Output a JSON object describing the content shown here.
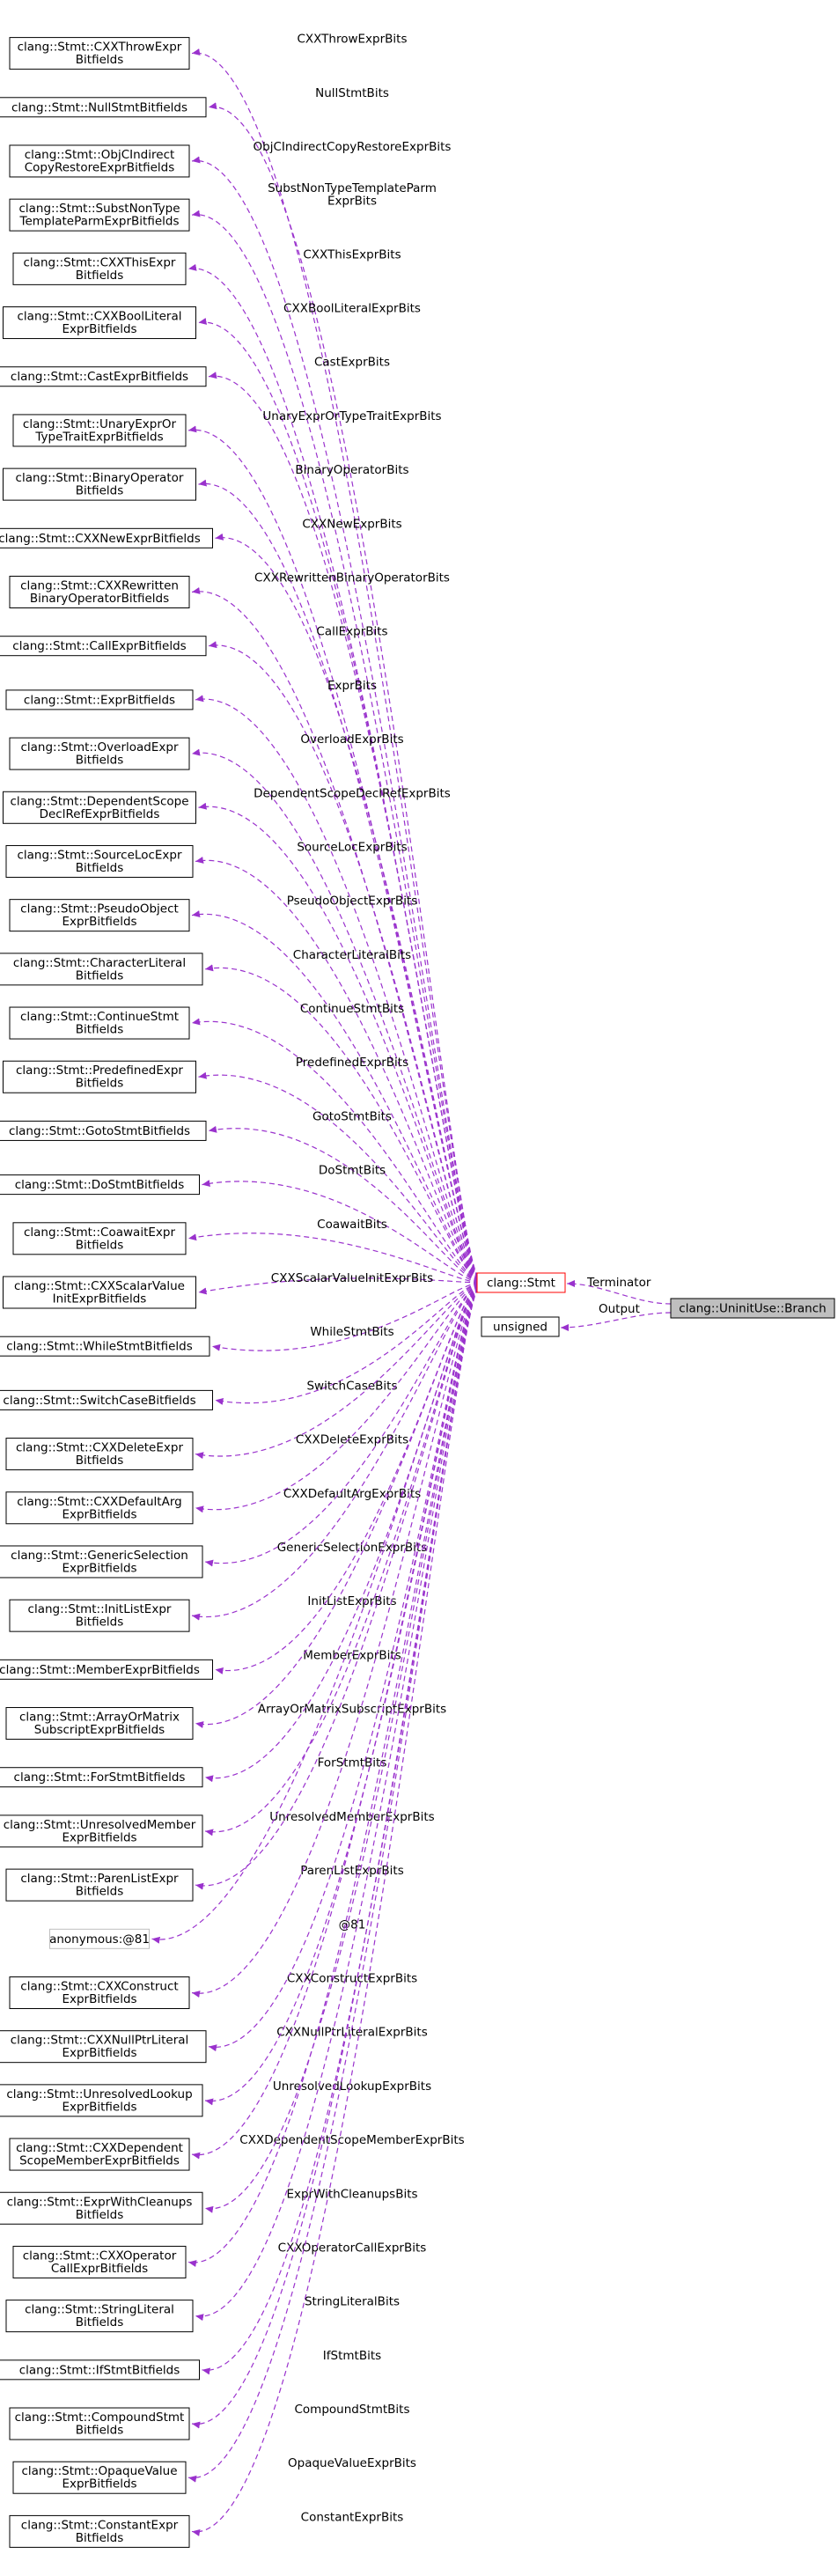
{
  "diagram": {
    "main_node": {
      "label": "clang::UninitUse::Branch"
    },
    "stmt_node": {
      "label": "clang::Stmt"
    },
    "unsigned_node": {
      "label": "unsigned"
    },
    "stmt_edge_label": "Terminator",
    "unsigned_edge_label": "Output",
    "bitfields": [
      {
        "lines": [
          "clang::Stmt::CXXThrowExpr",
          "Bitfields"
        ],
        "edge": "CXXThrowExprBits"
      },
      {
        "lines": [
          "clang::Stmt::NullStmtBitfields"
        ],
        "edge": "NullStmtBits"
      },
      {
        "lines": [
          "clang::Stmt::ObjCIndirect",
          "CopyRestoreExprBitfields"
        ],
        "edge": "ObjCIndirectCopyRestoreExprBits"
      },
      {
        "lines": [
          "clang::Stmt::SubstNonType",
          "TemplateParmExprBitfields"
        ],
        "edge": "SubstNonTypeTemplateParm\nExprBits"
      },
      {
        "lines": [
          "clang::Stmt::CXXThisExpr",
          "Bitfields"
        ],
        "edge": "CXXThisExprBits"
      },
      {
        "lines": [
          "clang::Stmt::CXXBoolLiteral",
          "ExprBitfields"
        ],
        "edge": "CXXBoolLiteralExprBits"
      },
      {
        "lines": [
          "clang::Stmt::CastExprBitfields"
        ],
        "edge": "CastExprBits"
      },
      {
        "lines": [
          "clang::Stmt::UnaryExprOr",
          "TypeTraitExprBitfields"
        ],
        "edge": "UnaryExprOrTypeTraitExprBits"
      },
      {
        "lines": [
          "clang::Stmt::BinaryOperator",
          "Bitfields"
        ],
        "edge": "BinaryOperatorBits"
      },
      {
        "lines": [
          "clang::Stmt::CXXNewExprBitfields"
        ],
        "edge": "CXXNewExprBits"
      },
      {
        "lines": [
          "clang::Stmt::CXXRewritten",
          "BinaryOperatorBitfields"
        ],
        "edge": "CXXRewrittenBinaryOperatorBits"
      },
      {
        "lines": [
          "clang::Stmt::CallExprBitfields"
        ],
        "edge": "CallExprBits"
      },
      {
        "lines": [
          "clang::Stmt::ExprBitfields"
        ],
        "edge": "ExprBits"
      },
      {
        "lines": [
          "clang::Stmt::OverloadExpr",
          "Bitfields"
        ],
        "edge": "OverloadExprBits"
      },
      {
        "lines": [
          "clang::Stmt::DependentScope",
          "DeclRefExprBitfields"
        ],
        "edge": "DependentScopeDeclRefExprBits"
      },
      {
        "lines": [
          "clang::Stmt::SourceLocExpr",
          "Bitfields"
        ],
        "edge": "SourceLocExprBits"
      },
      {
        "lines": [
          "clang::Stmt::PseudoObject",
          "ExprBitfields"
        ],
        "edge": "PseudoObjectExprBits"
      },
      {
        "lines": [
          "clang::Stmt::CharacterLiteral",
          "Bitfields"
        ],
        "edge": "CharacterLiteralBits"
      },
      {
        "lines": [
          "clang::Stmt::ContinueStmt",
          "Bitfields"
        ],
        "edge": "ContinueStmtBits"
      },
      {
        "lines": [
          "clang::Stmt::PredefinedExpr",
          "Bitfields"
        ],
        "edge": "PredefinedExprBits"
      },
      {
        "lines": [
          "clang::Stmt::GotoStmtBitfields"
        ],
        "edge": "GotoStmtBits"
      },
      {
        "lines": [
          "clang::Stmt::DoStmtBitfields"
        ],
        "edge": "DoStmtBits"
      },
      {
        "lines": [
          "clang::Stmt::CoawaitExpr",
          "Bitfields"
        ],
        "edge": "CoawaitBits"
      },
      {
        "lines": [
          "clang::Stmt::CXXScalarValue",
          "InitExprBitfields"
        ],
        "edge": "CXXScalarValueInitExprBits"
      },
      {
        "lines": [
          "clang::Stmt::WhileStmtBitfields"
        ],
        "edge": "WhileStmtBits"
      },
      {
        "lines": [
          "clang::Stmt::SwitchCaseBitfields"
        ],
        "edge": "SwitchCaseBits"
      },
      {
        "lines": [
          "clang::Stmt::CXXDeleteExpr",
          "Bitfields"
        ],
        "edge": "CXXDeleteExprBits"
      },
      {
        "lines": [
          "clang::Stmt::CXXDefaultArg",
          "ExprBitfields"
        ],
        "edge": "CXXDefaultArgExprBits"
      },
      {
        "lines": [
          "clang::Stmt::GenericSelection",
          "ExprBitfields"
        ],
        "edge": "GenericSelectionExprBits"
      },
      {
        "lines": [
          "clang::Stmt::InitListExpr",
          "Bitfields"
        ],
        "edge": "InitListExprBits"
      },
      {
        "lines": [
          "clang::Stmt::MemberExprBitfields"
        ],
        "edge": "MemberExprBits"
      },
      {
        "lines": [
          "clang::Stmt::ArrayOrMatrix",
          "SubscriptExprBitfields"
        ],
        "edge": "ArrayOrMatrixSubscriptExprBits"
      },
      {
        "lines": [
          "clang::Stmt::ForStmtBitfields"
        ],
        "edge": "ForStmtBits"
      },
      {
        "lines": [
          "clang::Stmt::UnresolvedMember",
          "ExprBitfields"
        ],
        "edge": "UnresolvedMemberExprBits"
      },
      {
        "lines": [
          "clang::Stmt::ParenListExpr",
          "Bitfields"
        ],
        "edge": "ParenListExprBits"
      },
      {
        "lines": [
          "anonymous:@81"
        ],
        "edge": "@81",
        "muted": true
      },
      {
        "lines": [
          "clang::Stmt::CXXConstruct",
          "ExprBitfields"
        ],
        "edge": "CXXConstructExprBits"
      },
      {
        "lines": [
          "clang::Stmt::CXXNullPtrLiteral",
          "ExprBitfields"
        ],
        "edge": "CXXNullPtrLiteralExprBits"
      },
      {
        "lines": [
          "clang::Stmt::UnresolvedLookup",
          "ExprBitfields"
        ],
        "edge": "UnresolvedLookupExprBits"
      },
      {
        "lines": [
          "clang::Stmt::CXXDependent",
          "ScopeMemberExprBitfields"
        ],
        "edge": "CXXDependentScopeMemberExprBits"
      },
      {
        "lines": [
          "clang::Stmt::ExprWithCleanups",
          "Bitfields"
        ],
        "edge": "ExprWithCleanupsBits"
      },
      {
        "lines": [
          "clang::Stmt::CXXOperator",
          "CallExprBitfields"
        ],
        "edge": "CXXOperatorCallExprBits"
      },
      {
        "lines": [
          "clang::Stmt::StringLiteral",
          "Bitfields"
        ],
        "edge": "StringLiteralBits"
      },
      {
        "lines": [
          "clang::Stmt::IfStmtBitfields"
        ],
        "edge": "IfStmtBits"
      },
      {
        "lines": [
          "clang::Stmt::CompoundStmt",
          "Bitfields"
        ],
        "edge": "CompoundStmtBits"
      },
      {
        "lines": [
          "clang::Stmt::OpaqueValue",
          "ExprBitfields"
        ],
        "edge": "OpaqueValueExprBits"
      },
      {
        "lines": [
          "clang::Stmt::ConstantExpr",
          "Bitfields"
        ],
        "edge": "ConstantExprBits"
      }
    ],
    "colors": {
      "edge": "#9a32cd",
      "node_border": "#000000",
      "stmt_border": "#ff0000",
      "muted_border": "#bfbfbf",
      "main_fill": "#bfbfbf"
    }
  }
}
